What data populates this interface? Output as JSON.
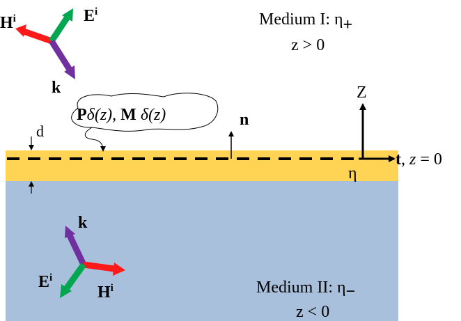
{
  "top_medium": {
    "name": "Medium I: η",
    "name_sub": "+",
    "condition": "z > 0"
  },
  "bottom_medium": {
    "name": "Medium II: η",
    "name_sub": "−",
    "condition": "z < 0"
  },
  "incident_top": {
    "H_base": "H",
    "H_sup": "i",
    "E_base": "E",
    "E_sup": "i",
    "k_label": "k"
  },
  "incident_bottom": {
    "H_base": "H",
    "H_sup": "i",
    "E_base": "E",
    "E_sup": "i",
    "k_label": "k"
  },
  "callout": {
    "P": "P",
    "delta1": "δ",
    "arg1": "(z)",
    "sep": ", ",
    "M": "M",
    "delta2": " δ",
    "arg2": "(z)"
  },
  "labels": {
    "d": "d",
    "n": "n",
    "Z": "Z",
    "t": "t",
    "t_rest_pre": ", ",
    "t_z": "z",
    "t_rest_post": " = 0",
    "eta": "η"
  },
  "colors": {
    "layer": "#ffd454",
    "lower_medium": "#a9c0dc",
    "arrow_red": "#ff1a1a",
    "arrow_green": "#00a650",
    "arrow_purple": "#7030a0"
  }
}
